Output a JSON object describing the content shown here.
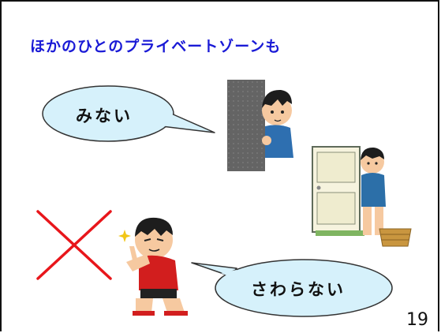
{
  "slide": {
    "title": "ほかのひとのプライベートゾーンも",
    "bubble_left": "みない",
    "bubble_right": "さわらない",
    "page_number": "19"
  },
  "colors": {
    "title": "#1a1ad6",
    "bubble_fill": "#d6f1fb",
    "bubble_stroke": "#333333",
    "cross": "#e8161b"
  },
  "illustrations": [
    "boy-peeking-from-wall",
    "boy-at-changing-room-door",
    "boy-pointing",
    "red-cross-mark"
  ]
}
